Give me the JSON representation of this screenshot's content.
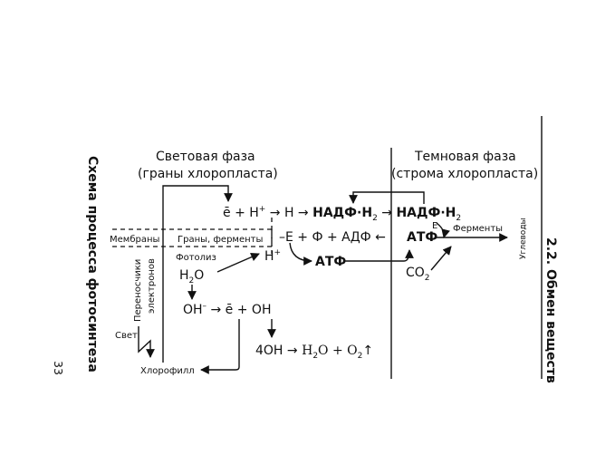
{
  "side": {
    "title": "Схема процесса фотосинтеза",
    "page_number": "33",
    "section": "2.2. Обмен веществ"
  },
  "phases": {
    "light_line1": "Световая фаза",
    "light_line2": "(граны хлоропласта)",
    "dark_line1": "Темновая фаза",
    "dark_line2": "(строма хлоропласта)"
  },
  "labels": {
    "membranes": "Мембраны",
    "grana_enzymes": "Граны, ферменты",
    "photolysis": "Фотолиз",
    "carriers_line1": "Переносчики",
    "carriers_line2": "электронов",
    "light": "Свет",
    "chlorophyll": "Хлорофилл",
    "enzymes": "Ферменты",
    "carbohydrates": "Углеводы"
  },
  "formulas": {
    "row1_prefix": "ē + H",
    "row1_plus": "+",
    "row1_arrow1": " → H → ",
    "nadph_1": "НАДФ·Н",
    "nadph_1_sub": "2",
    "row1_arrow2": " → ",
    "nadph_2": "НАДФ·Н",
    "nadph_2_sub": "2",
    "row2_e_atp": "–E + Ф + АДФ ←",
    "atf_dark": "АТФ",
    "e_small": "E",
    "h_plus": "H",
    "h_plus_sup": "+",
    "atf_light": "АТФ",
    "water_h": "H",
    "water_sub": "2",
    "water_o": "O",
    "co2_c": "CO",
    "co2_sub": "2",
    "oh_minus": "OH",
    "oh_minus_sup": "–",
    "row_oh": " → ē + OH",
    "final_lhs": "4OH → ",
    "final_h": "H",
    "final_h_sub": "2",
    "final_o": "O + O",
    "final_o_sub": "2",
    "final_arrow_up": "↑"
  }
}
